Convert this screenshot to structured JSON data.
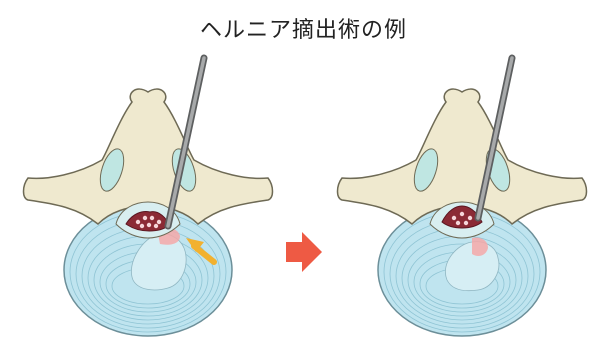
{
  "title": "ヘルニア摘出術の例",
  "colors": {
    "bone_fill": "#efe9cf",
    "bone_stroke": "#6e6a55",
    "foramen": "#bfe6e2",
    "disc_fill": "#bfe4ef",
    "disc_ring": "#8fc4d4",
    "disc_stroke": "#6c8f99",
    "nucleus": "#d6eef4",
    "spinal_cord": "#8b2a35",
    "herniation_red": "#e45a5a",
    "instrument": "#8d8f90",
    "pointer_arrow": "#f2b12f",
    "transition_arrow": "#ee5a44"
  },
  "icons": {
    "transition": "right-arrow",
    "pointer": "diagonal-arrow"
  }
}
